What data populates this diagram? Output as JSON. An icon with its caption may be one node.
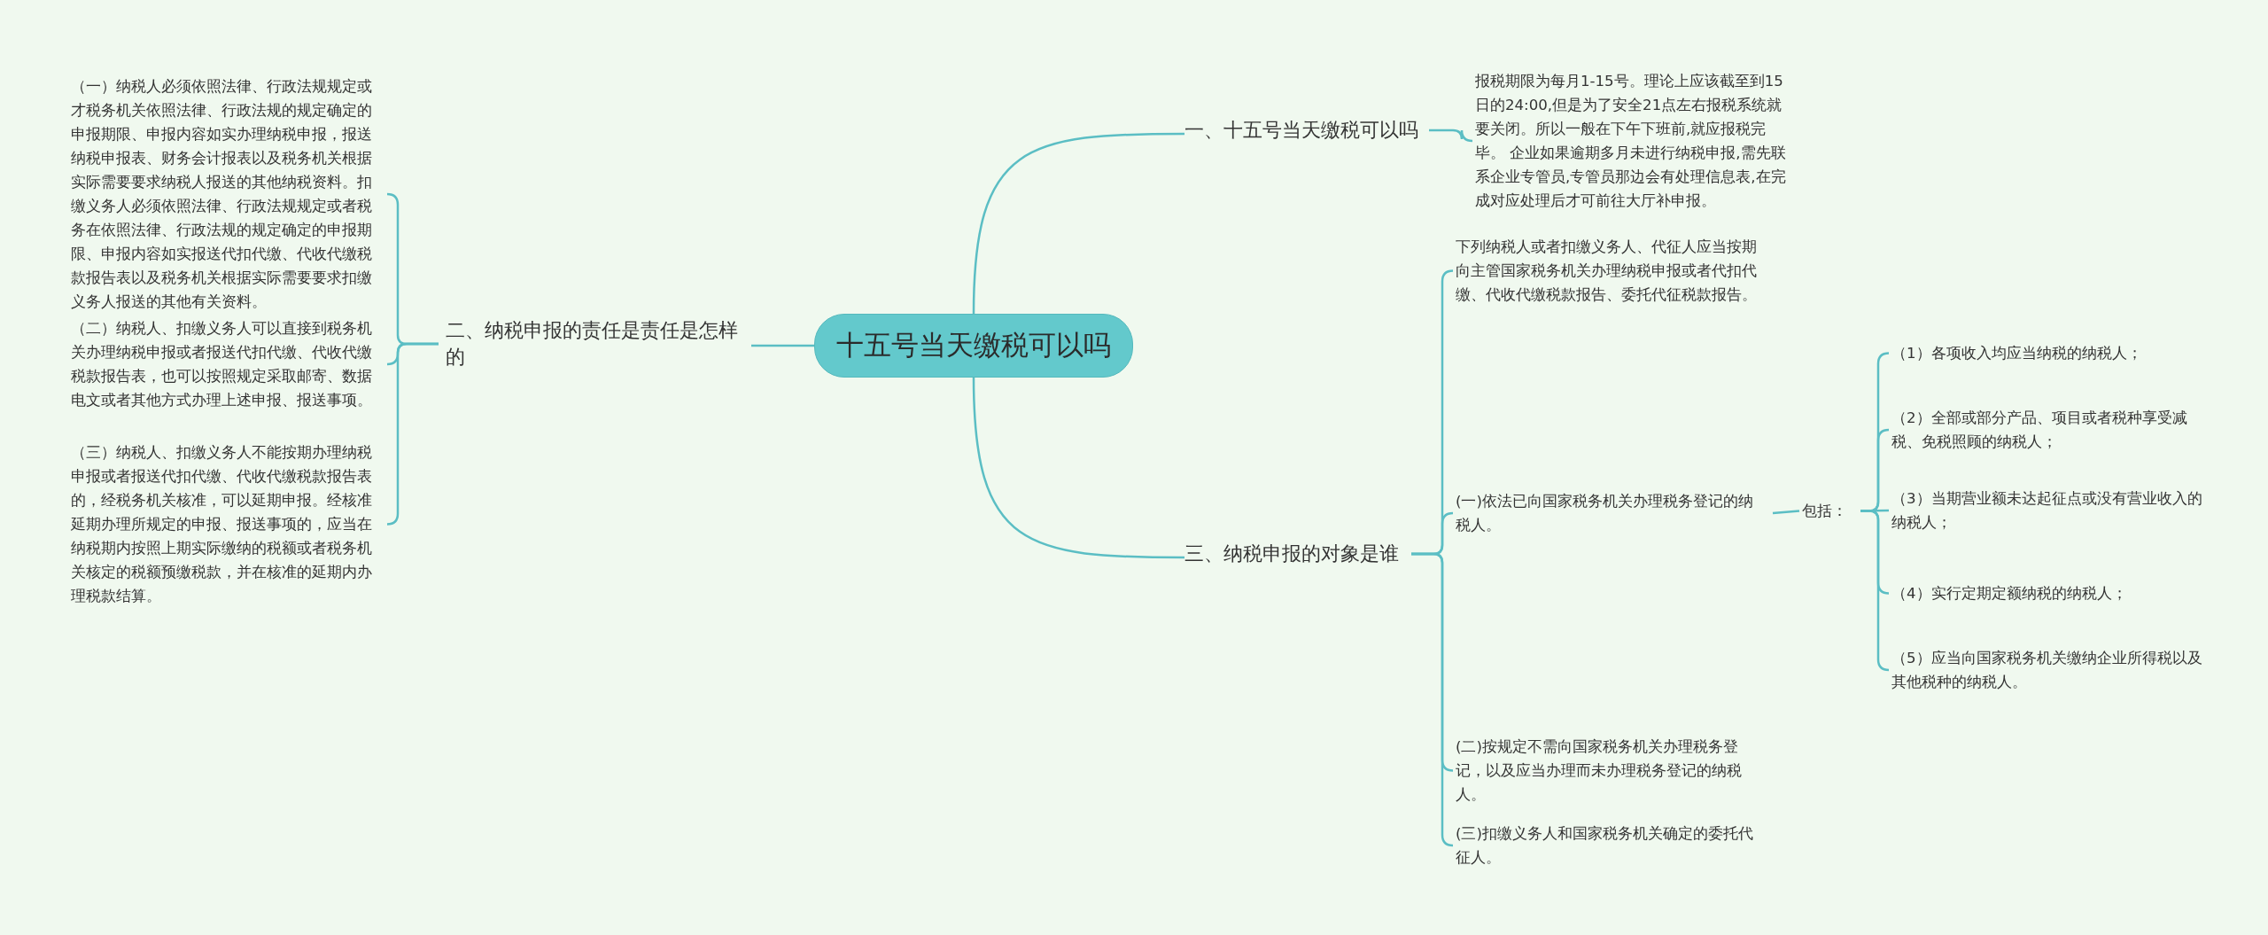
{
  "diagram": {
    "nodes": [
      {
        "text": [
          "十五号当天缴税可以吗"
        ]
      },
      {
        "text": [
          "一、十五号当天缴税可以吗"
        ]
      },
      {
        "text": [
          "报税期限为每月1-15号。理论上应该截至到15日的24:00,但是为了安全21点左右报税系统就要关闭。所以一般在下午下班前,就应报税完毕。 企业如果逾期多月未进行纳税申报,需先联系企业专管员,专管员那边会有处理信息表,在完成对应处理后才可前往大厅补申报。"
        ]
      },
      {
        "text": [
          "二、纳税申报的责任是责任是怎样的"
        ]
      },
      {
        "text": [
          "（一）纳税人必须依照法律、行政法规规定或才税务机关依照法律、行政法规的规定确定的申报期限、申报内容如实办理纳税申报，报送纳税申报表、财务会计报表以及税务机关根据实际需要要求纳税人报送的其他纳税资料。扣缴义务人必须依照法律、行政法规规定或者税务在依照法律、行政法规的规定确定的申报期限、申报内容如实报送代扣代缴、代收代缴税款报告表以及税务机关根据实际需要要求扣缴义务人报送的其他有关资料。"
        ]
      },
      {
        "text": [
          "（二）纳税人、扣缴义务人可以直接到税务机关办理纳税申报或者报送代扣代缴、代收代缴税款报告表，也可以按照规定采取邮寄、数据电文或者其他方式办理上述申报、报送事项。"
        ]
      },
      {
        "text": [
          "（三）纳税人、扣缴义务人不能按期办理纳税申报或者报送代扣代缴、代收代缴税款报告表的，经税务机关核准，可以延期申报。经核准延期办理所规定的申报、报送事项的，应当在纳税期内按照上期实际缴纳的税额或者税务机关核定的税额预缴税款，并在核准的延期内办理税款结算。"
        ]
      },
      {
        "text": [
          "三、纳税申报的对象是谁"
        ]
      },
      {
        "text": [
          "下列纳税人或者扣缴义务人、代征人应当按期向主管国家税务机关办理纳税申报或者代扣代缴、代收代缴税款报告、委托代征税款报告。"
        ]
      },
      {
        "text": [
          "(一)依法已向国家税务机关办理税务登记的纳税人。"
        ]
      },
      {
        "text": [
          "包括："
        ]
      },
      {
        "text": [
          "（1）各项收入均应当纳税的纳税人；"
        ]
      },
      {
        "text": [
          "（2）全部或部分产品、项目或者税种享受减税、免税照顾的纳税人；"
        ]
      },
      {
        "text": [
          "（3）当期营业额未达起征点或没有营业收入的纳税人；"
        ]
      },
      {
        "text": [
          "（4）实行定期定额纳税的纳税人；"
        ]
      },
      {
        "text": [
          "（5）应当向国家税务机关缴纳企业所得税以及其他税种的纳税人。"
        ]
      },
      {
        "text": [
          "(二)按规定不需向国家税务机关办理税务登记，以及应当办理而未办理税务登记的纳税人。"
        ]
      },
      {
        "text": [
          "(三)扣缴义务人和国家税务机关确定的委托代征人。"
        ]
      }
    ],
    "edges": [
      {
        "from": 0,
        "to": 1,
        "arrow": "none"
      },
      {
        "from": 1,
        "to": 2,
        "arrow": "none"
      },
      {
        "from": 0,
        "to": 3,
        "arrow": "none"
      },
      {
        "from": 3,
        "to": 4,
        "arrow": "none"
      },
      {
        "from": 3,
        "to": 5,
        "arrow": "none"
      },
      {
        "from": 3,
        "to": 6,
        "arrow": "none"
      },
      {
        "from": 0,
        "to": 7,
        "arrow": "none"
      },
      {
        "from": 7,
        "to": 8,
        "arrow": "none"
      },
      {
        "from": 7,
        "to": 9,
        "arrow": "none"
      },
      {
        "from": 9,
        "to": 10,
        "arrow": "none"
      },
      {
        "from": 10,
        "to": 11,
        "arrow": "none"
      },
      {
        "from": 10,
        "to": 12,
        "arrow": "none"
      },
      {
        "from": 10,
        "to": 13,
        "arrow": "none"
      },
      {
        "from": 10,
        "to": 14,
        "arrow": "none"
      },
      {
        "from": 10,
        "to": 15,
        "arrow": "none"
      },
      {
        "from": 7,
        "to": 16,
        "arrow": "none"
      },
      {
        "from": 7,
        "to": 17,
        "arrow": "none"
      }
    ]
  }
}
